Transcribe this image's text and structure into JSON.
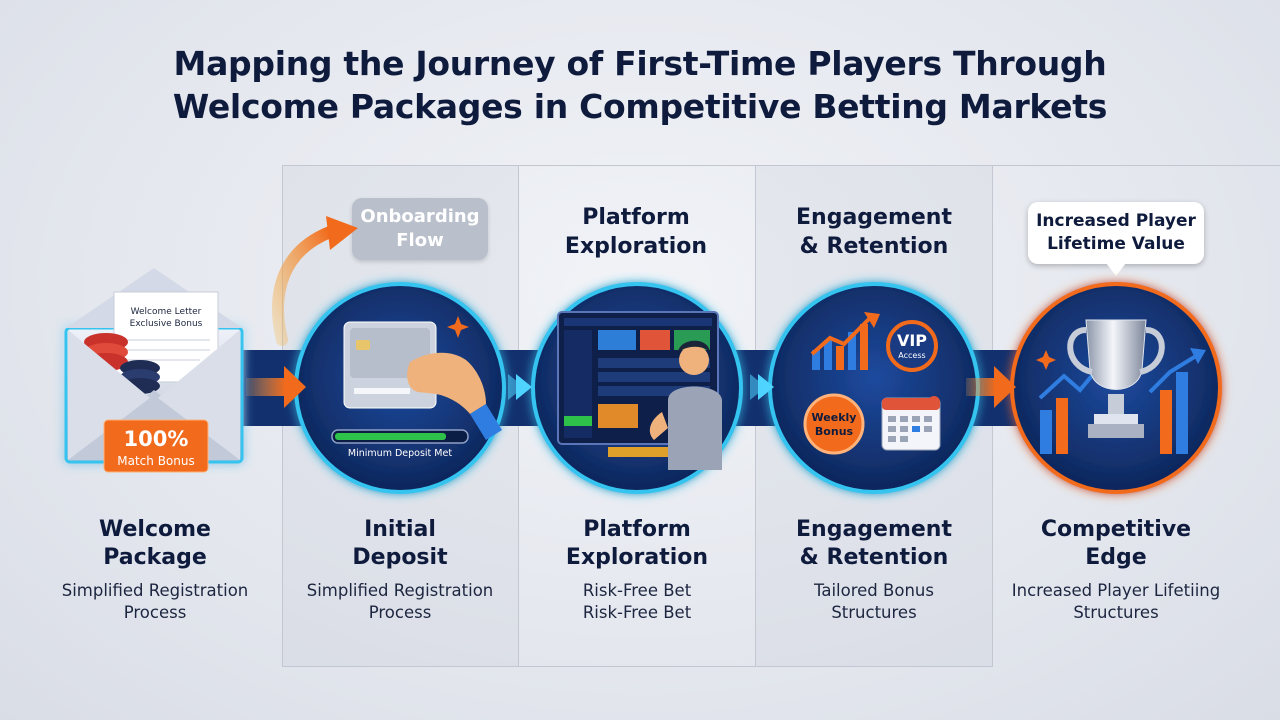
{
  "title": {
    "line1": "Mapping the Journey of First-Time Players Through",
    "line2": "Welcome Packages in Competitive Betting Markets"
  },
  "callouts": {
    "onboarding": [
      "Onboarding",
      "Flow"
    ],
    "lifetime": [
      "Increased Player",
      "Lifetime Value"
    ]
  },
  "column_heads": [
    {
      "lines": [
        "Platform",
        "Exploration"
      ]
    },
    {
      "lines": [
        "Engagement",
        "& Retention"
      ]
    }
  ],
  "illustrations": {
    "envelope_letter": [
      "Welcome Letter",
      "Exclusive Bonus"
    ],
    "match_bonus": [
      "100%",
      "Match Bonus"
    ],
    "deposit_bar_label": "Minimum Deposit Met",
    "deposit_progress": 0.85,
    "vip": [
      "VIP",
      "Access"
    ],
    "weekly_bonus": [
      "Weekly",
      "Bonus"
    ]
  },
  "stages": [
    {
      "title": [
        "Welcome",
        "Package"
      ],
      "desc": [
        "Simplified Registration",
        "Process"
      ]
    },
    {
      "title": [
        "Initial",
        "Deposit"
      ],
      "desc": [
        "Simplified Registration",
        "Process"
      ]
    },
    {
      "title": [
        "Platform",
        "Exploration"
      ],
      "desc": [
        "Risk-Free Bet",
        "Risk-Free Bet"
      ]
    },
    {
      "title": [
        "Engagement",
        "& Retention"
      ],
      "desc": [
        "Tailored Bonus",
        "Structures"
      ]
    },
    {
      "title": [
        "Competitive",
        "Edge"
      ],
      "desc": [
        "Increased Player Lifetiing",
        "Structures"
      ]
    }
  ],
  "colors": {
    "navy": "#0f1b3d",
    "circle": "#13306e",
    "glow": "#35c4f0",
    "orange": "#f26a1b",
    "green": "#2ec24a"
  }
}
